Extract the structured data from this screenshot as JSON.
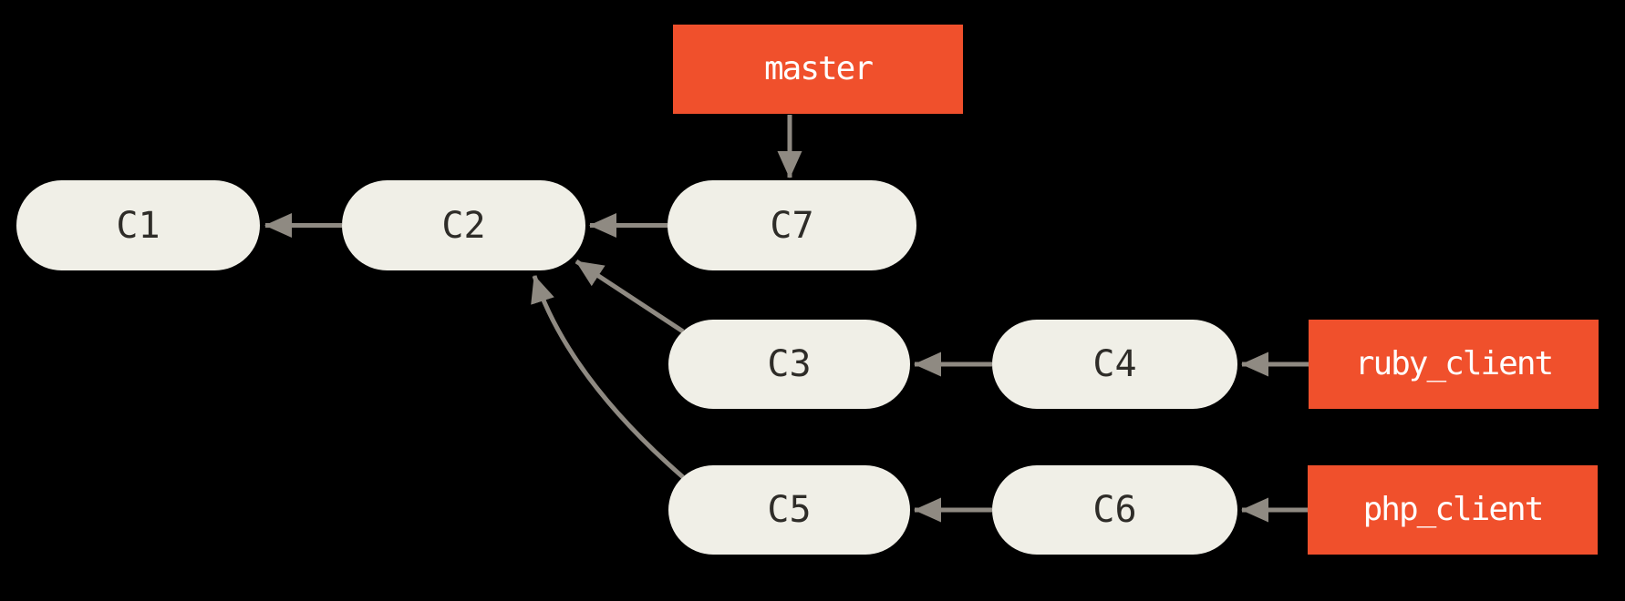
{
  "diagram": {
    "type": "git-commit-graph",
    "background_color": "#000000",
    "colors": {
      "commit_fill": "#F0EFE7",
      "commit_text": "#2E2C28",
      "branch_fill": "#F0502C",
      "branch_text": "#FFFFFF",
      "arrow": "#8F8A82"
    },
    "commits": {
      "c1": {
        "label": "C1"
      },
      "c2": {
        "label": "C2"
      },
      "c7": {
        "label": "C7"
      },
      "c3": {
        "label": "C3"
      },
      "c4": {
        "label": "C4"
      },
      "c5": {
        "label": "C5"
      },
      "c6": {
        "label": "C6"
      }
    },
    "branches": {
      "master": {
        "label": "master"
      },
      "ruby_client": {
        "label": "ruby_client"
      },
      "php_client": {
        "label": "php_client"
      }
    },
    "edges": [
      {
        "from": "C2",
        "to": "C1"
      },
      {
        "from": "C7",
        "to": "C2"
      },
      {
        "from": "C3",
        "to": "C2"
      },
      {
        "from": "C5",
        "to": "C2"
      },
      {
        "from": "C4",
        "to": "C3"
      },
      {
        "from": "C6",
        "to": "C5"
      },
      {
        "from": "master",
        "to": "C7"
      },
      {
        "from": "ruby_client",
        "to": "C4"
      },
      {
        "from": "php_client",
        "to": "C6"
      }
    ]
  }
}
